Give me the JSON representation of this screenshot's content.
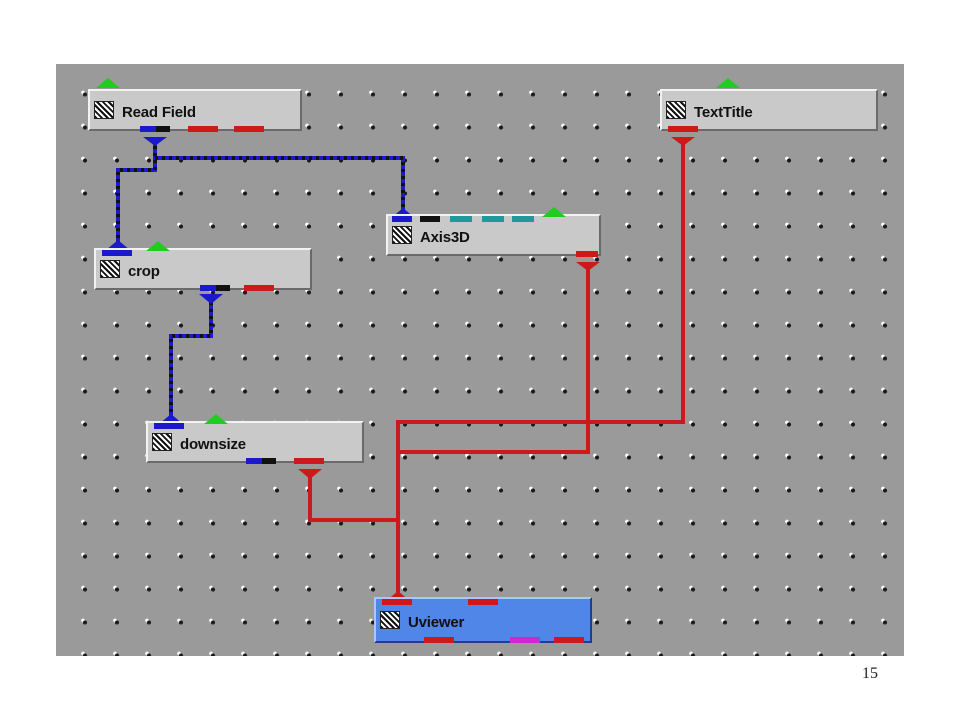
{
  "modules": {
    "read_field": {
      "label": "Read Field"
    },
    "text_title": {
      "label": "TextTitle"
    },
    "axis3d": {
      "label": "Axis3D"
    },
    "crop": {
      "label": "crop"
    },
    "downsize": {
      "label": "downsize"
    },
    "uviewer": {
      "label": "Uviewer",
      "selected": true
    }
  },
  "colors": {
    "canvas": "#9a9a9a",
    "field_wire": "#1a1acc",
    "geometry_wire": "#cc1a1a",
    "module_bg": "#c9c9c9",
    "selected_module_bg": "#4f86e8",
    "parameter_port": "#1fcc1f"
  },
  "icons": {
    "module_icon": "module-icon"
  },
  "page": {
    "number": "15"
  }
}
